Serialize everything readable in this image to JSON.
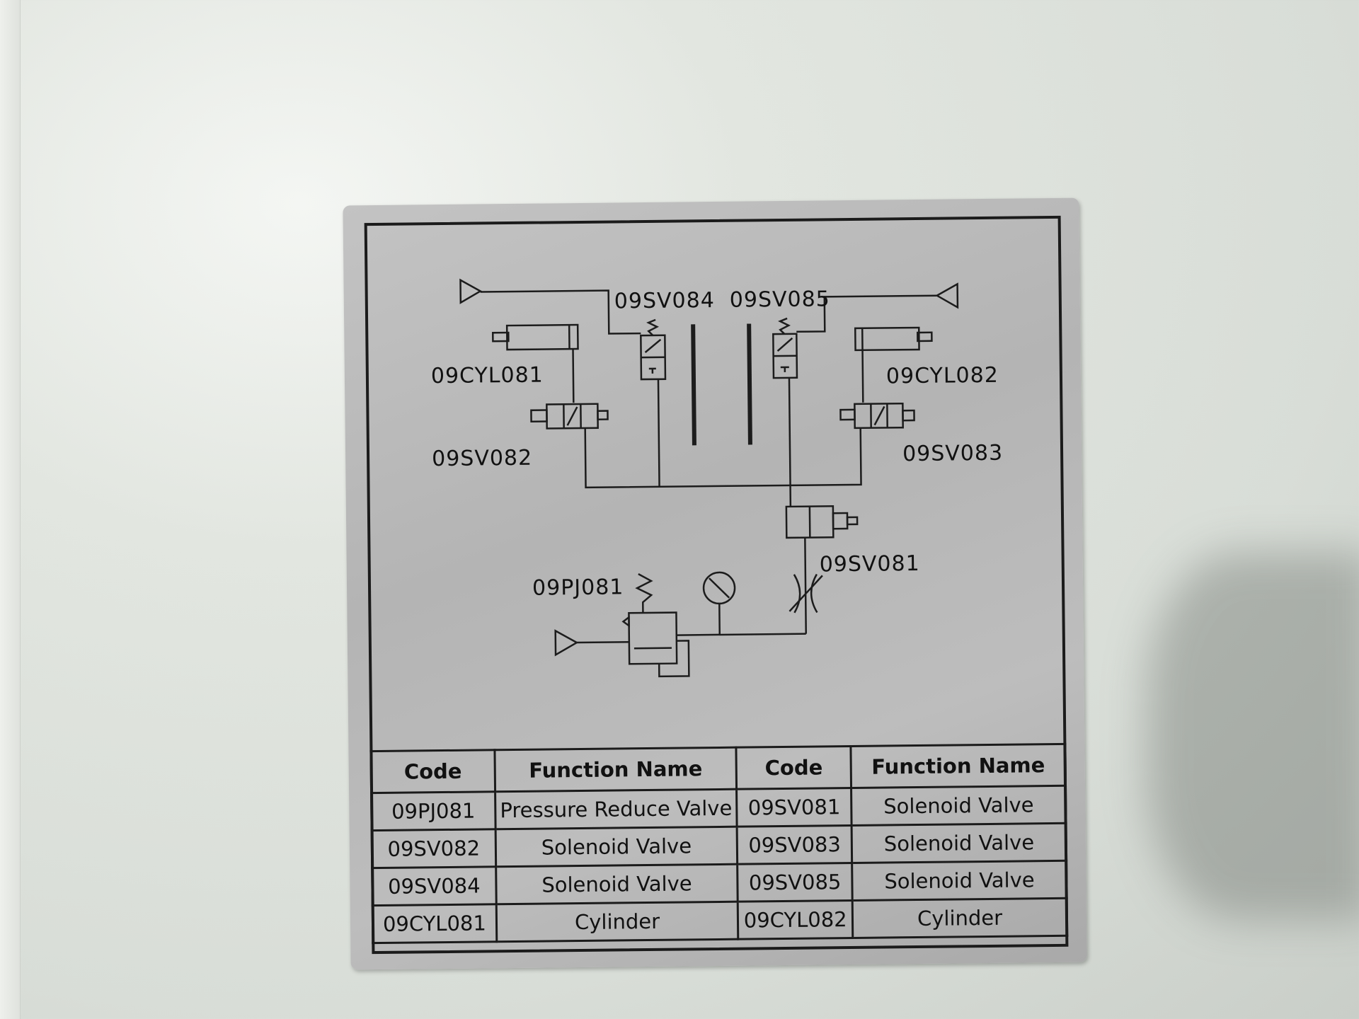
{
  "diagram": {
    "labels": {
      "sv084": "09SV084",
      "sv085": "09SV085",
      "cyl081": "09CYL081",
      "cyl082": "09CYL082",
      "sv082": "09SV082",
      "sv083": "09SV083",
      "sv081": "09SV081",
      "pj081": "09PJ081"
    }
  },
  "table": {
    "headers": [
      "Code",
      "Function Name",
      "Code",
      "Function Name"
    ],
    "rows": [
      [
        "09PJ081",
        "Pressure Reduce Valve",
        "09SV081",
        "Solenoid Valve"
      ],
      [
        "09SV082",
        "Solenoid Valve",
        "09SV083",
        "Solenoid Valve"
      ],
      [
        "09SV084",
        "Solenoid Valve",
        "09SV085",
        "Solenoid Valve"
      ],
      [
        "09CYL081",
        "Cylinder",
        "09CYL082",
        "Cylinder"
      ]
    ]
  }
}
